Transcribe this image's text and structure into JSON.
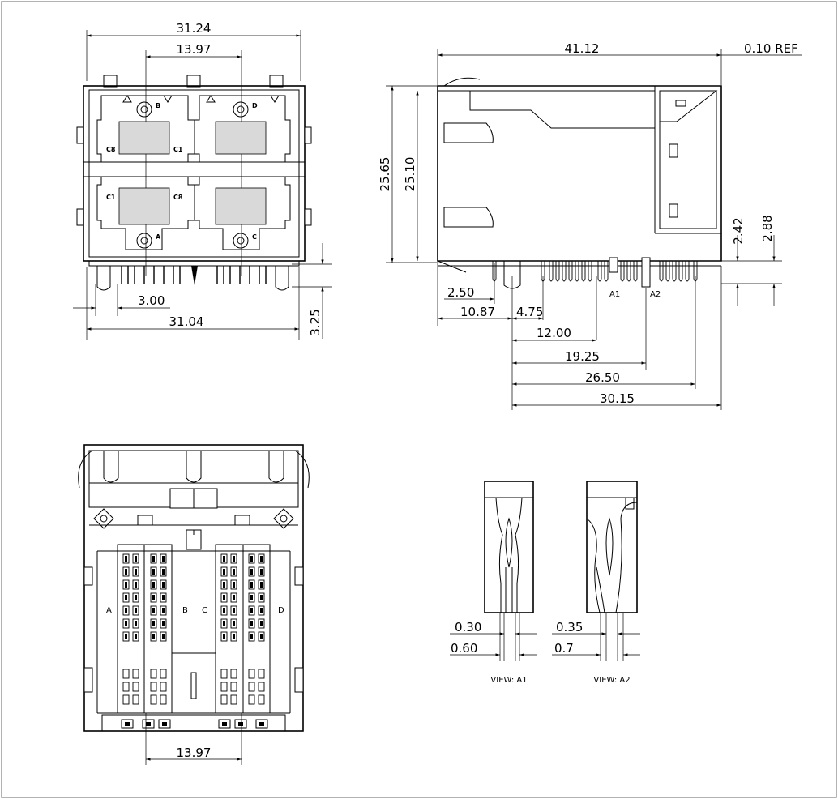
{
  "front_view": {
    "dims": {
      "top_width": "31.24",
      "port_pitch_top": "13.97",
      "pin_offset": "3.00",
      "bottom_width": "31.04",
      "pin_length": "3.25"
    },
    "port_labels": [
      "B",
      "D",
      "A",
      "C"
    ],
    "contact_labels": [
      "C8",
      "C1",
      "C1",
      "C8"
    ]
  },
  "side_view": {
    "dims": {
      "overall_length": "41.12",
      "ref_offset": "0.10 REF",
      "height_total": "25.65",
      "height_body": "25.10",
      "step_a": "2.42",
      "step_b": "2.88",
      "pin_start": "2.50",
      "pin_first": "10.87",
      "pin_second": "4.75",
      "row_1": "12.00",
      "row_2": "19.25",
      "row_3": "26.50",
      "row_4": "30.15"
    },
    "callouts": [
      "A1",
      "A2"
    ]
  },
  "bottom_view": {
    "dims": {
      "port_pitch_bottom": "13.97"
    },
    "port_labels": [
      "A",
      "B",
      "C",
      "D"
    ]
  },
  "detail_views": {
    "a1": {
      "dim_inner": "0.30",
      "dim_outer": "0.60",
      "caption": "VIEW: A1"
    },
    "a2": {
      "dim_inner": "0.35",
      "dim_outer": "0.7",
      "caption": "VIEW: A2"
    }
  }
}
